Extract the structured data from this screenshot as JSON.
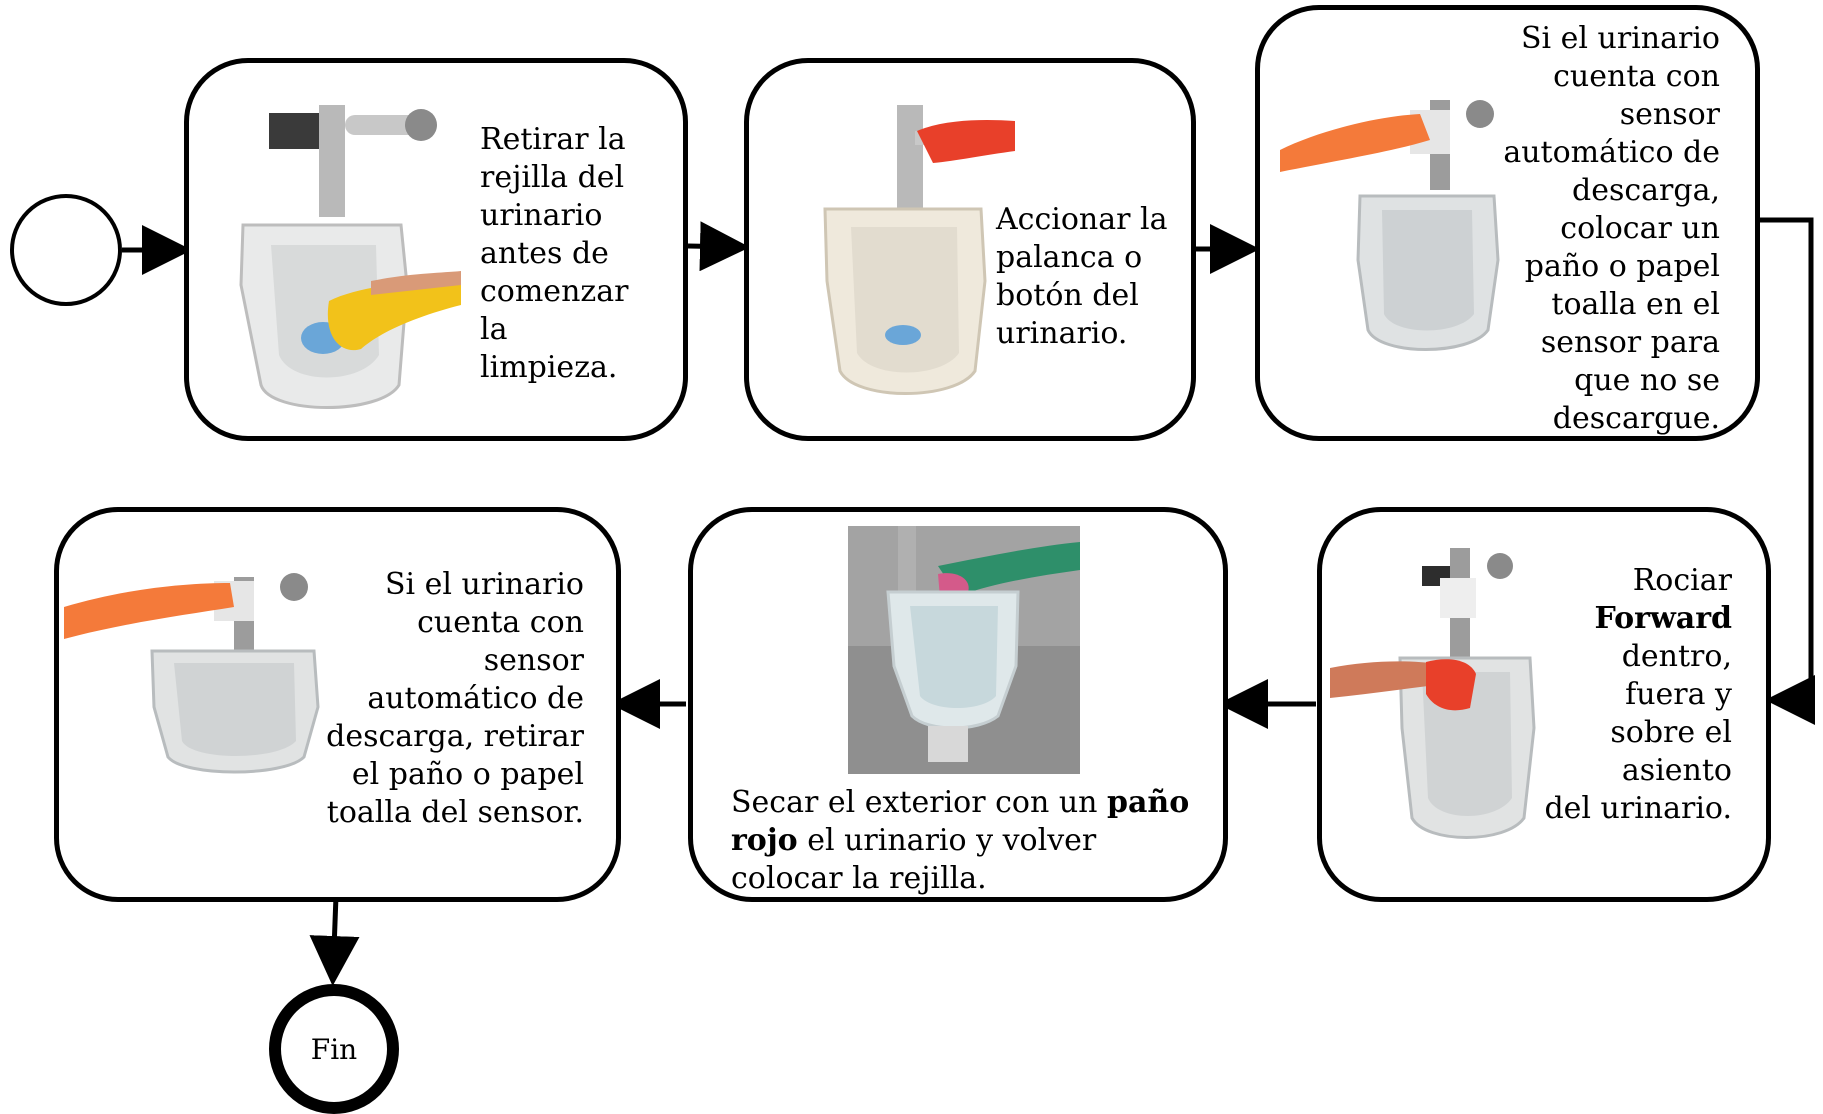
{
  "steps": [
    {
      "text_lines": [
        "Retirar la",
        "rejilla del",
        "urinario",
        "antes de",
        "comenzar",
        "la",
        "limpieza."
      ],
      "image": "urinal-remove-grate"
    },
    {
      "text_lines": [
        "Accionar la",
        "palanca o",
        "botón del",
        "urinario."
      ],
      "image": "urinal-flush-lever"
    },
    {
      "text_lines": [
        "Si el urinario",
        "cuenta con",
        "sensor",
        "automático de",
        "descarga,",
        "colocar un",
        "paño o papel",
        "toalla en el",
        "sensor para",
        "que no se",
        "descargue."
      ],
      "image": "urinal-cover-sensor"
    },
    {
      "text_lines": [
        "Rociar",
        "Forward",
        "dentro,",
        "fuera y",
        "sobre el",
        "asiento",
        "del urinario."
      ],
      "bold": "Forward",
      "image": "urinal-spray"
    },
    {
      "text_pre": "Secar el exterior con un ",
      "text_bold": "paño rojo",
      "text_post": "  el urinario  y volver colocar la rejilla.",
      "image": "urinal-dry-photo"
    },
    {
      "text_lines": [
        "Si el urinario",
        "cuenta con",
        "sensor",
        "automático de",
        "descarga, retirar",
        "el paño o papel",
        "toalla del sensor."
      ],
      "image": "urinal-uncover-sensor"
    }
  ],
  "end_label": "Fin",
  "colors": {
    "stroke": "#000000",
    "glove_yellow": "#f2c21a",
    "glove_red": "#e8402a",
    "glove_orange": "#f47a3a",
    "glove_green": "#2e8f6a",
    "porcelain": "#e9eaea"
  }
}
